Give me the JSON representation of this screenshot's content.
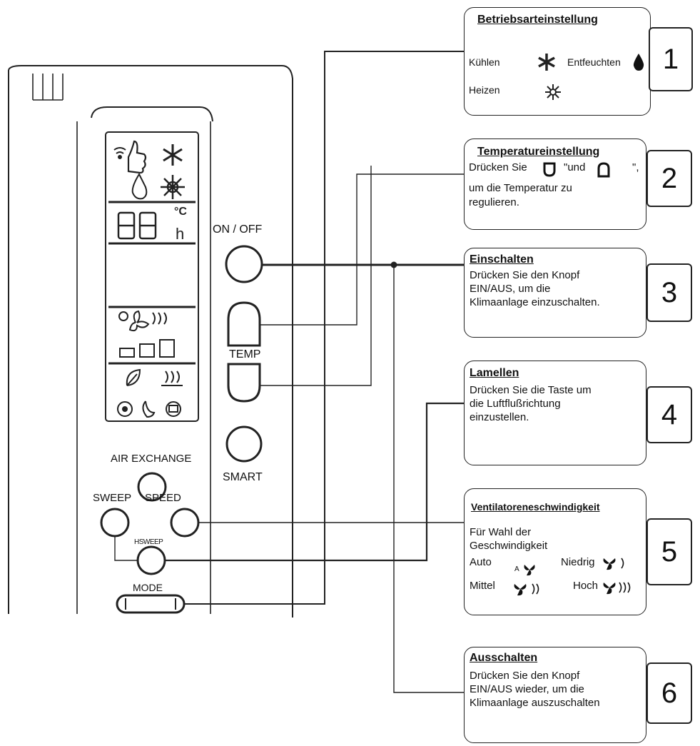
{
  "remote": {
    "labels": {
      "on_off": "ON / OFF",
      "temp": "TEMP",
      "smart": "SMART",
      "air_exchange": "AIR EXCHANGE",
      "sweep": "SWEEP",
      "speed": "SPEED",
      "hsweep": "HSWEEP",
      "mode": "MODE"
    },
    "display": {
      "digits": "88",
      "unit_c": "°C",
      "unit_h": "h"
    }
  },
  "callouts": [
    {
      "number": "1",
      "title": "Betriebsarteinstellung",
      "items": {
        "cool": "Kühlen",
        "dehumidify": "Entfeuchten",
        "heat": "Heizen"
      }
    },
    {
      "number": "2",
      "title": "Temperatureinstellung",
      "line1_a": "Drücken Sie",
      "line1_b": "\"und",
      "line1_c": "\",",
      "line2": "um die Temperatur zu",
      "line3": "regulieren."
    },
    {
      "number": "3",
      "title": "Einschalten",
      "text": "Drücken Sie den Knopf\nEIN/AUS, um die\nKlimaanlage einzuschalten."
    },
    {
      "number": "4",
      "title": "Lamellen",
      "text": "Drücken Sie die Taste um\ndie Luftflußrichtung\neinzustellen."
    },
    {
      "number": "5",
      "title": "Ventilatoreneschwindigkeit",
      "text": "Für Wahl der\nGeschwindigkeit",
      "auto": "Auto",
      "auto_icon_letter": "A",
      "low": "Niedrig",
      "mid": "Mittel",
      "high": "Hoch"
    },
    {
      "number": "6",
      "title": "Ausschalten",
      "text": "Drücken Sie den Knopf\nEIN/AUS wieder, um die\nKlimaanlage auszuschalten"
    }
  ]
}
